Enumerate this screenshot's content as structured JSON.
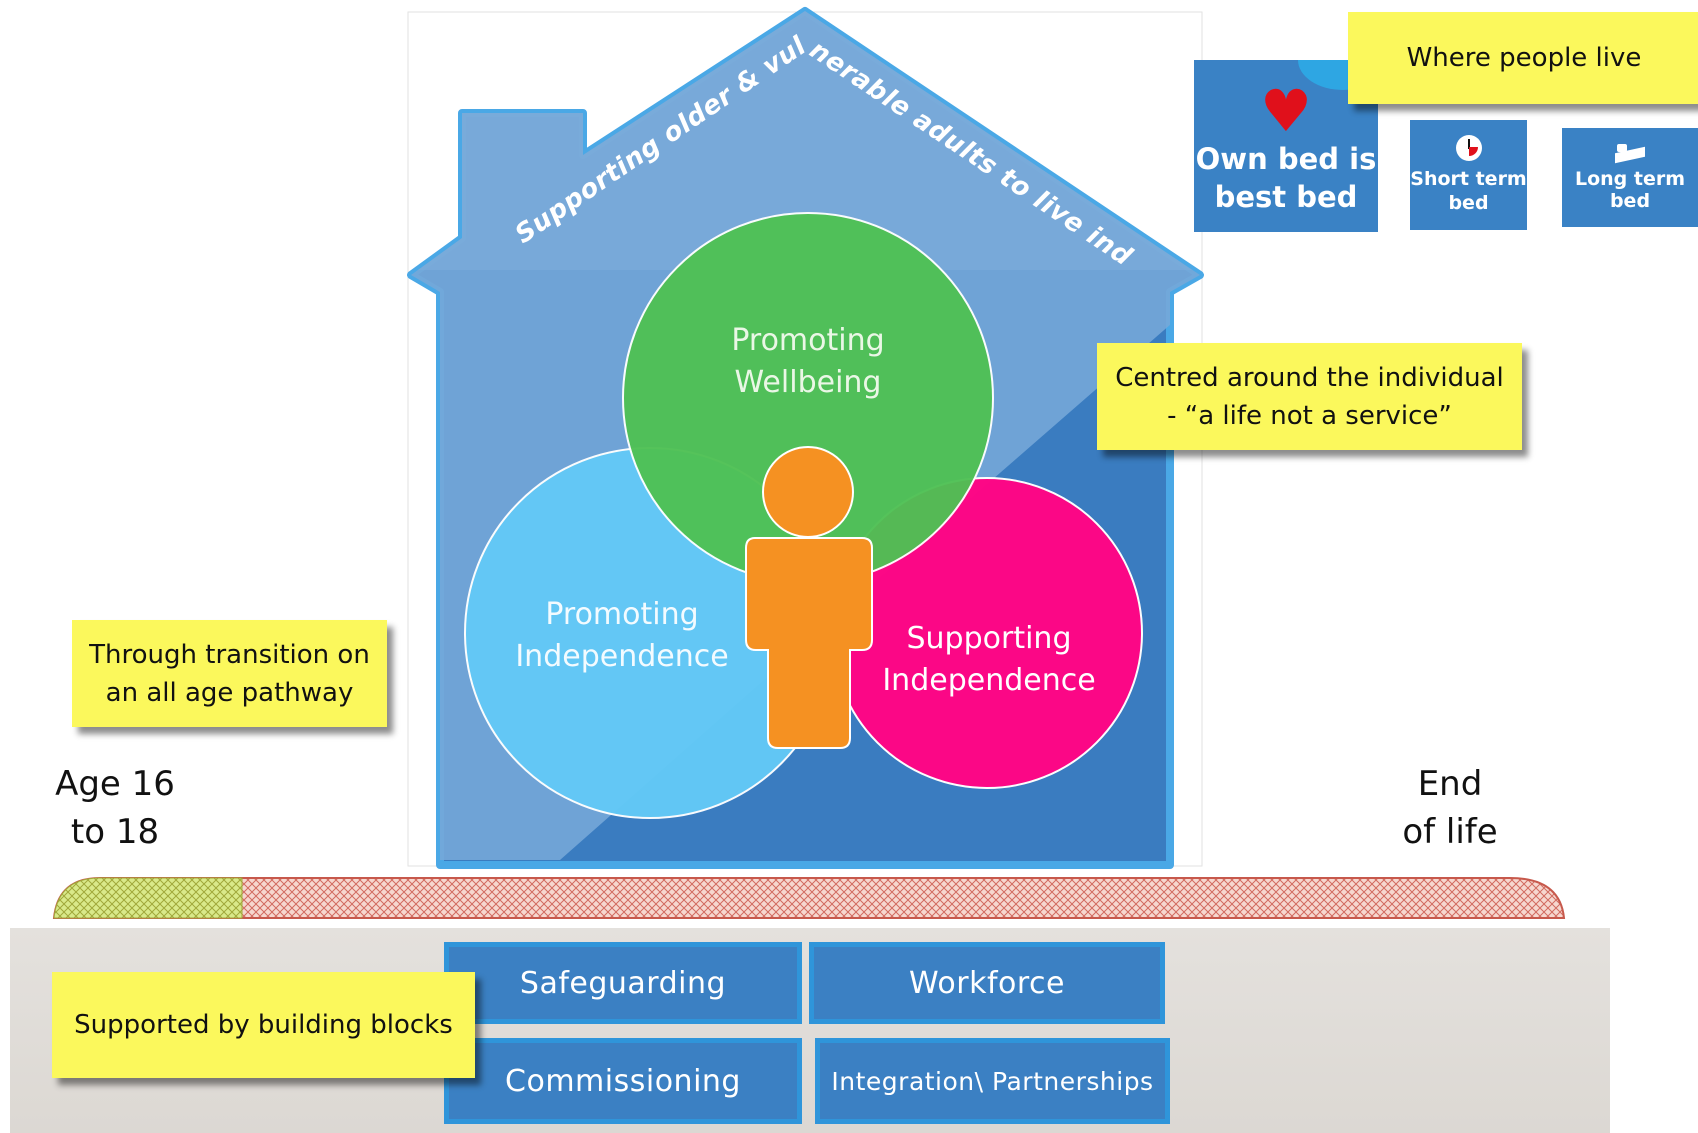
{
  "house": {
    "roof_text": "Supporting older & vulnerable adults to live independently",
    "circles": {
      "top": "Promoting Wellbeing",
      "left": "Promoting Independence",
      "right": "Supporting Independence"
    }
  },
  "notes": {
    "where_people_live": "Where people live",
    "centred": [
      "Centred around the individual",
      "- “a life not a service”"
    ],
    "transition": [
      "Through transition on",
      "an all age pathway"
    ],
    "building_blocks": "Supported by building blocks"
  },
  "beds": {
    "own": [
      "Own bed is",
      "best bed"
    ],
    "short": [
      "Short term",
      "bed"
    ],
    "long": [
      "Long term",
      "bed"
    ]
  },
  "pathway": {
    "start": [
      "Age 16",
      "to 18"
    ],
    "end": [
      "End",
      "of life"
    ]
  },
  "blocks": {
    "safeguarding": "Safeguarding",
    "workforce": "Workforce",
    "commissioning": "Commissioning",
    "integration": "Integration\\ Partnerships"
  },
  "colors": {
    "house_dark": "#3a7cc0",
    "house_light": "#75a7d8",
    "house_outline": "#4aa8e6",
    "wellbeing": "#4fc154",
    "promoting_independence": "#63c9f6",
    "supporting_independence": "#ff0585",
    "person": "#f59122",
    "note_yellow": "#fbf85c",
    "block_blue": "#3b80c3",
    "ground": "#e6e3df"
  }
}
